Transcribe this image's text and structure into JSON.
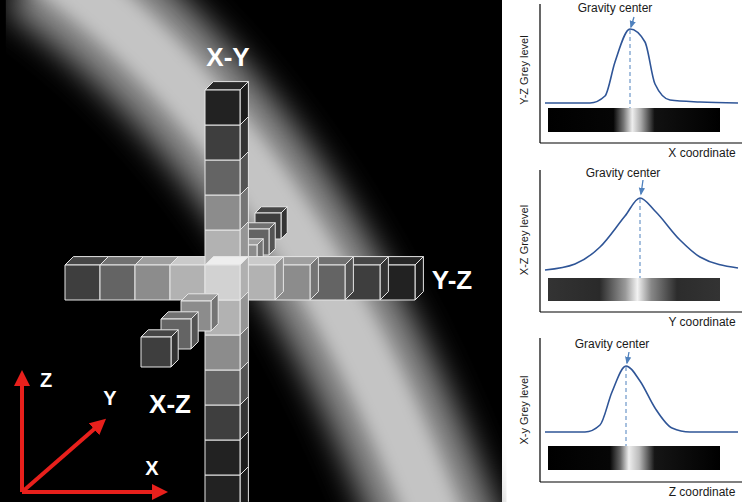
{
  "diagram": {
    "labels": [
      "X-Y",
      "Y-Z",
      "X-Z",
      "Z",
      "Y",
      "X",
      "Gravity center",
      "Y-Z Grey level",
      "X coordinate",
      "Gravity center",
      "X-Z Grey level",
      "Y coordinate",
      "Gravity center",
      "X-y Grey level",
      "Z coordinate"
    ]
  }
}
